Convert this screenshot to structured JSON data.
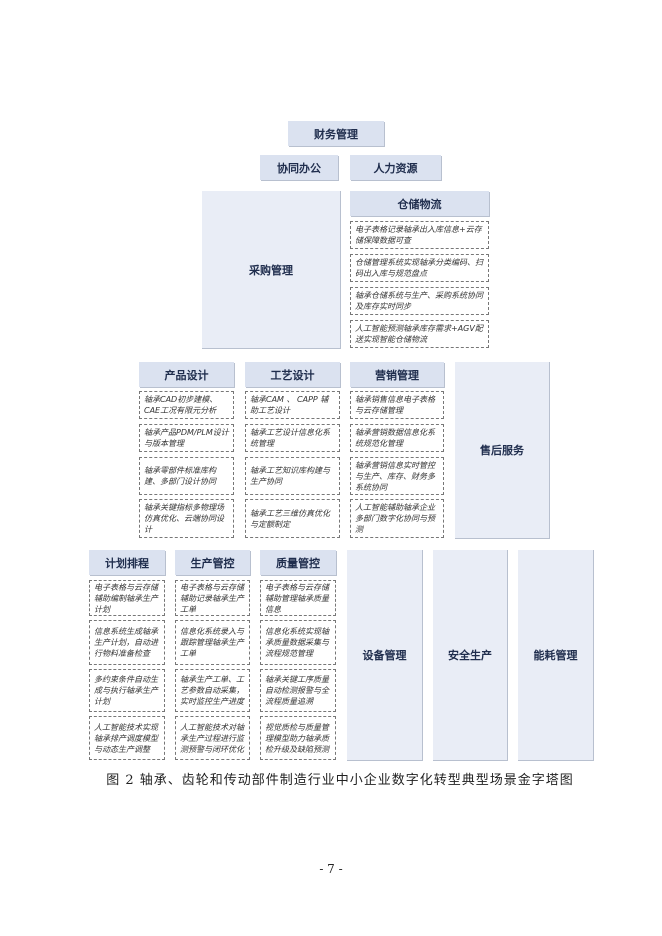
{
  "top": {
    "finance": "财务管理",
    "office": "协同办公",
    "hr": "人力资源",
    "purchase": "采购管理"
  },
  "warehouse": {
    "title": "仓储物流",
    "items": [
      "电子表格记录轴承出入库信息+云存储保障数据可查",
      "仓储管理系统实现轴承分类编码、扫码出入库与规范盘点",
      "轴承仓储系统与生产、采购系统协同及库存实时同步",
      "人工智能预测轴承库存需求+AGV配送实现智能仓储物流"
    ]
  },
  "design": {
    "title": "产品设计",
    "items": [
      "轴承CAD初步建模、CAE工况有限元分析",
      "轴承产品PDM/PLM设计与版本管理",
      "轴承零部件标准库构建、多部门设计协同",
      "轴承关键指标多物理场仿真优化、云端协同设计"
    ]
  },
  "process": {
    "title": "工艺设计",
    "items": [
      "轴承CAM 、 CAPP 辅助工艺设计",
      "轴承工艺设计信息化系统管理",
      "轴承工艺知识库构建与生产协同",
      "轴承工艺三维仿真优化与定额制定"
    ]
  },
  "marketing": {
    "title": "营销管理",
    "items": [
      "轴承销售信息电子表格与云存储管理",
      "轴承营销数据信息化系统规范化管理",
      "轴承营销信息实时管控与生产、库存、财务多系统协同",
      "人工智能辅助轴承企业多部门数字化协同与预测"
    ]
  },
  "after_sales": "售后服务",
  "planning": {
    "title": "计划排程",
    "items": [
      "电子表格与云存储辅助编制轴承生产计划",
      "信息系统生成轴承生产计划，自动进行物料准备检查",
      "多约束条件自动生成与执行轴承生产计划",
      "人工智能技术实现轴承排产调度模型与动态生产调整"
    ]
  },
  "production": {
    "title": "生产管控",
    "items": [
      "电子表格与云存储辅助记录轴承生产工单",
      "信息化系统录入与跟踪管理轴承生产工单",
      "轴承生产工单、工艺参数自动采集，实时监控生产进度",
      "人工智能技术对轴承生产过程进行监测预警与闭环优化"
    ]
  },
  "quality": {
    "title": "质量管控",
    "items": [
      "电子表格与云存储辅助管理轴承质量信息",
      "信息化系统实现轴承质量数据采集与流程规范管理",
      "轴承关键工序质量自动检测报警与全流程质量追溯",
      "视觉质检与质量管理模型助力轴承质检升级及缺陷预测"
    ]
  },
  "equipment": "设备管理",
  "safety": "安全生产",
  "energy": "能耗管理",
  "caption": "图 2  轴承、齿轮和传动部件制造行业中小企业数字化转型典型场景金字塔图",
  "page_number": "- 7 -"
}
